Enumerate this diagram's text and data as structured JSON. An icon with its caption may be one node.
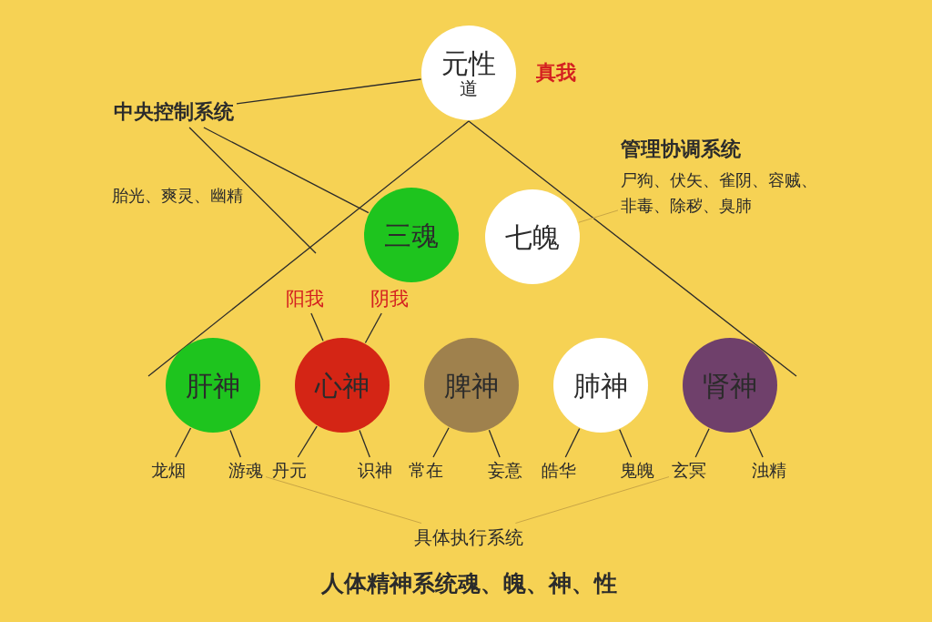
{
  "diagram": {
    "title": "人体精神系统魂、魄、神、性",
    "nodes": [
      {
        "text": [
          "元性",
          "道"
        ],
        "beside": [
          "真我"
        ]
      },
      {
        "text": [
          "中央控制系统"
        ]
      },
      {
        "text": [
          "三魂"
        ]
      },
      {
        "text": [
          "七魄"
        ]
      },
      {
        "text": [
          "管理协调系统",
          "尸狗、伏矢、雀阴、容贼、非毒、除秽、臭肺"
        ]
      },
      {
        "text": [
          "肝神"
        ]
      },
      {
        "text": [
          "心神"
        ]
      },
      {
        "text": [
          "脾神"
        ]
      },
      {
        "text": [
          "肺神"
        ]
      },
      {
        "text": [
          "肾神"
        ]
      },
      {
        "text": [
          "龙烟"
        ]
      },
      {
        "text": [
          "游魂"
        ]
      },
      {
        "text": [
          "丹元"
        ]
      },
      {
        "text": [
          "识神"
        ]
      },
      {
        "text": [
          "常在"
        ]
      },
      {
        "text": [
          "妄意"
        ]
      },
      {
        "text": [
          "皓华"
        ]
      },
      {
        "text": [
          "鬼魄"
        ]
      },
      {
        "text": [
          "玄冥"
        ]
      },
      {
        "text": [
          "浊精"
        ]
      },
      {
        "text": [
          "阳我"
        ]
      },
      {
        "text": [
          "阴我"
        ]
      },
      {
        "text": [
          "具体执行系统"
        ]
      }
    ],
    "edges": [
      {
        "from": 1,
        "to": 0,
        "arrow": "none"
      },
      {
        "from": 1,
        "to": 2,
        "arrow": "none"
      },
      {
        "from": 1,
        "to": null,
        "arrow": "none"
      },
      {
        "from": 0,
        "to": null,
        "arrow": "none"
      },
      {
        "from": 0,
        "to": null,
        "arrow": "none"
      },
      {
        "from": 3,
        "to": 4,
        "arrow": "none",
        "color": "#c9a645"
      },
      {
        "from": 20,
        "to": 6,
        "arrow": "none"
      },
      {
        "from": 21,
        "to": 6,
        "arrow": "none"
      },
      {
        "from": 5,
        "to": 10,
        "arrow": "none"
      },
      {
        "from": 5,
        "to": 11,
        "arrow": "none"
      },
      {
        "from": 6,
        "to": 12,
        "arrow": "none"
      },
      {
        "from": 6,
        "to": 13,
        "arrow": "none"
      },
      {
        "from": 7,
        "to": 14,
        "arrow": "none"
      },
      {
        "from": 7,
        "to": 15,
        "arrow": "none"
      },
      {
        "from": 8,
        "to": 16,
        "arrow": "none"
      },
      {
        "from": 8,
        "to": 17,
        "arrow": "none"
      },
      {
        "from": 9,
        "to": 18,
        "arrow": "none"
      },
      {
        "from": 9,
        "to": 19,
        "arrow": "none"
      },
      {
        "from": 22,
        "to": 11,
        "arrow": "none",
        "color": "#c9a645"
      },
      {
        "from": 22,
        "to": 18,
        "arrow": "none",
        "color": "#c9a645"
      }
    ],
    "labels": [
      "胎光、爽灵、幽精"
    ]
  }
}
